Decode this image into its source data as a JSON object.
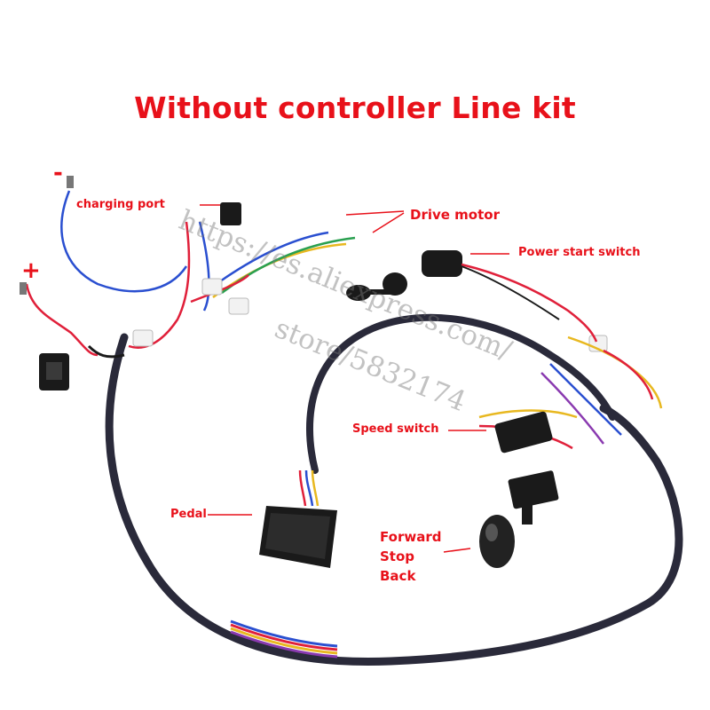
{
  "title": "Without controller Line kit",
  "labels": {
    "minus": "-",
    "plus": "+",
    "charging_port": "charging port",
    "drive_motor": "Drive motor",
    "power_start_switch": "Power start switch",
    "speed_switch": "Speed switch",
    "pedal": "Pedal",
    "direction": [
      "Forward",
      "Stop",
      "Back"
    ]
  },
  "watermark": {
    "line1": "https://es.aliexpress.com/",
    "line2": "store/5832174"
  },
  "colors": {
    "label": "#e8111a",
    "harness": "#2a2a3a",
    "wire_red": "#e0203a",
    "wire_blue": "#2a4fd0",
    "wire_yellow": "#e8b820",
    "wire_green": "#2aa050",
    "wire_purple": "#8a3ab0",
    "component_black": "#1a1a1a"
  }
}
